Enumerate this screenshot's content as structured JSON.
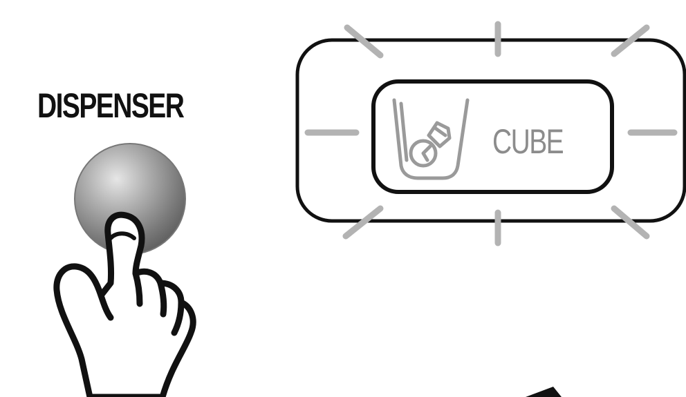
{
  "dispenser": {
    "label": "DISPENSER",
    "button_icon": "round-push-button",
    "hand_icon": "pointing-hand",
    "button_color": "#8a8a8a"
  },
  "indicator": {
    "label": "CUBE",
    "icon": "ice-cup-icon",
    "state": "blinking",
    "label_color": "#8c8c8c",
    "ray_color": "#b3b3b3"
  },
  "arrow": {
    "icon": "pointer-arrow"
  }
}
